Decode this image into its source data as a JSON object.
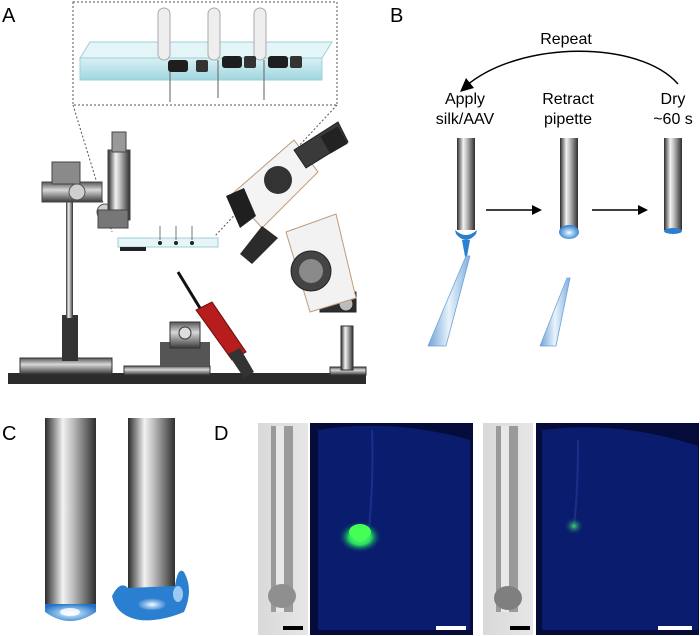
{
  "panels": {
    "a": {
      "letter": "A"
    },
    "b": {
      "letter": "B",
      "loop_label": "Repeat",
      "steps": [
        {
          "line1": "Apply",
          "line2": "silk/AAV"
        },
        {
          "line1": "Retract",
          "line2": "pipette"
        },
        {
          "line1": "Dry",
          "line2": "~60 s"
        }
      ]
    },
    "c": {
      "letter": "C"
    },
    "d": {
      "letter": "D"
    }
  },
  "colors": {
    "silk_blue": "#2a7fd0",
    "stage_dark": "#2b2b2b",
    "red_handle": "#b81d1d",
    "fluorescence_green": "#22e05a",
    "brain_blue": "#0a1c6e"
  }
}
